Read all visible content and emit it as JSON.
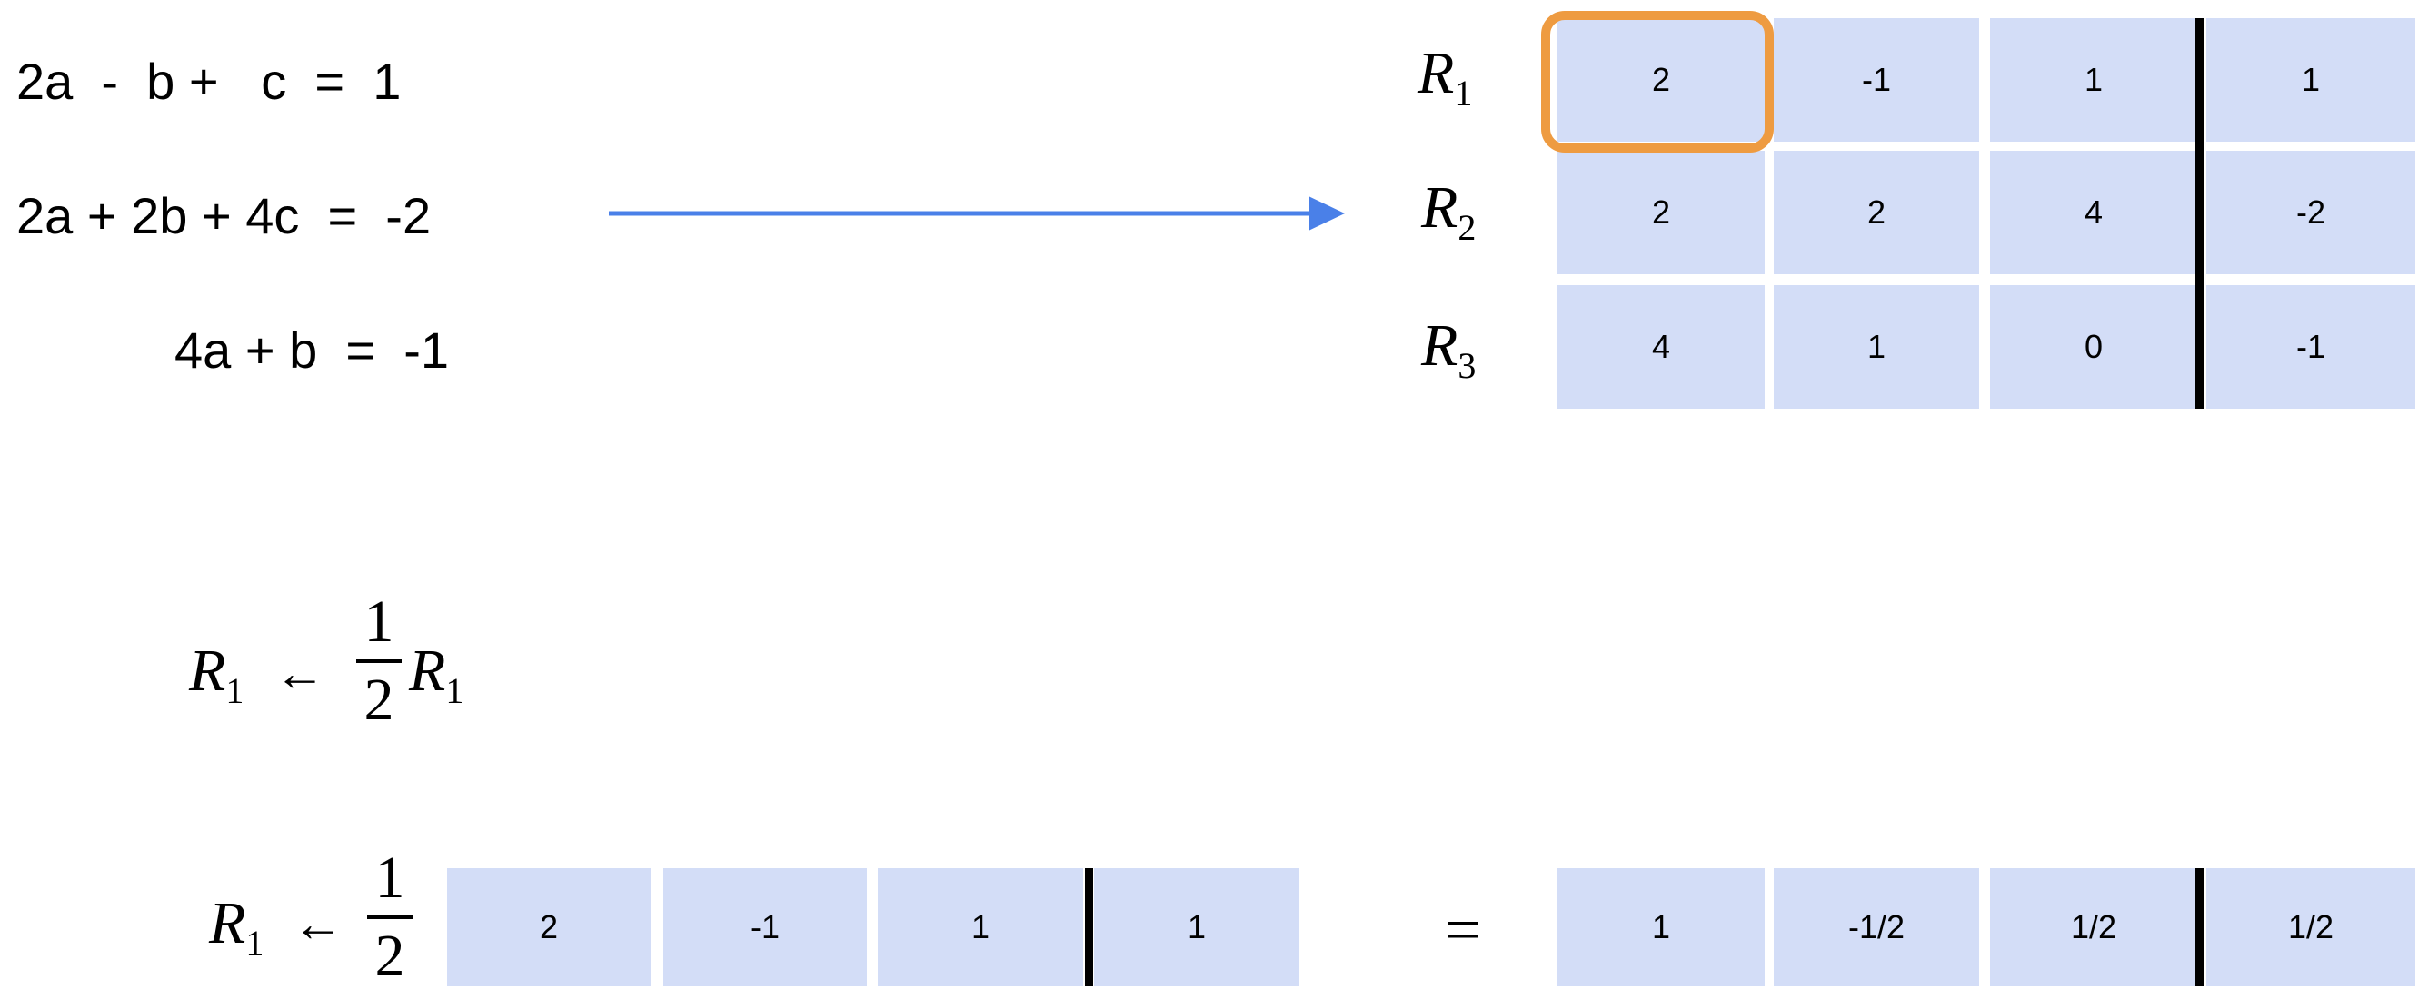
{
  "equations": {
    "eq1": "2a  -  b +   c  =  1",
    "eq2": "2a + 2b + 4c  =  -2",
    "eq3": "4a + b  =  -1"
  },
  "arrow_color": "#4a80e8",
  "cell_color": "#d3ddf7",
  "highlight_color": "#ee9b41",
  "row_labels": [
    {
      "base": "R",
      "sub": "1"
    },
    {
      "base": "R",
      "sub": "2"
    },
    {
      "base": "R",
      "sub": "3"
    }
  ],
  "matrix": [
    [
      "2",
      "-1",
      "1",
      "1"
    ],
    [
      "2",
      "2",
      "4",
      "-2"
    ],
    [
      "4",
      "1",
      "0",
      "-1"
    ]
  ],
  "operation": {
    "lhs_base": "R",
    "lhs_sub": "1",
    "arrow": "←",
    "numerator": "1",
    "denominator": "2",
    "rhs_base": "R",
    "rhs_sub": "1"
  },
  "scaled_row": {
    "lhs_base": "R",
    "lhs_sub": "1",
    "arrow": "←",
    "numerator": "1",
    "denominator": "2",
    "input": [
      "2",
      "-1",
      "1",
      "1"
    ],
    "equals": "=",
    "result": [
      "1",
      "-1/2",
      "1/2",
      "1/2"
    ]
  }
}
